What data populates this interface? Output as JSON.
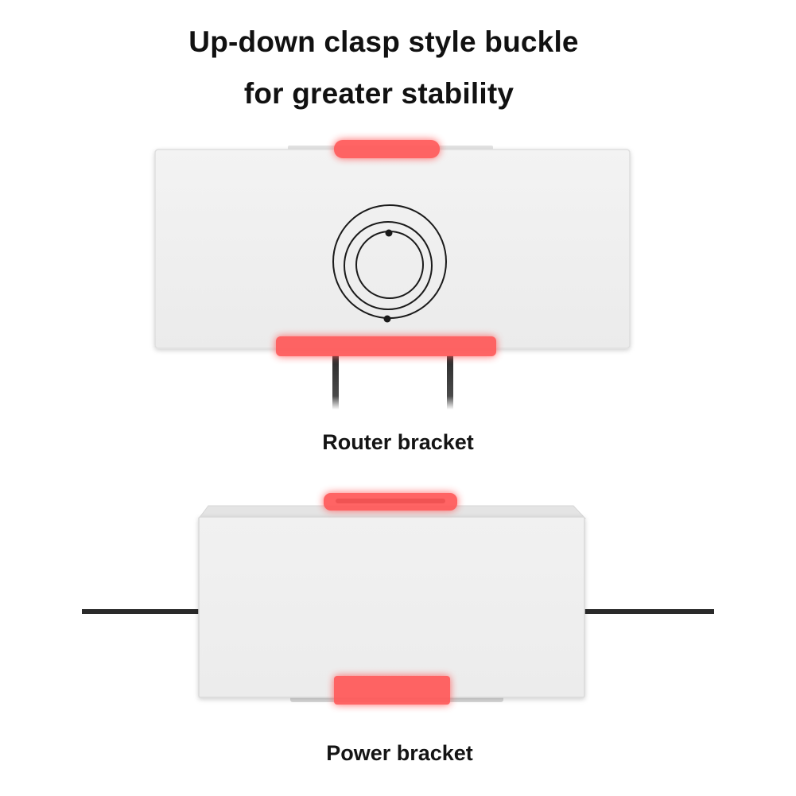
{
  "headline": {
    "line1": "Up-down clasp style buckle",
    "line2": "for greater stability"
  },
  "router": {
    "caption": "Router bracket"
  },
  "power": {
    "caption": "Power bracket"
  },
  "colors": {
    "background": "#ffffff",
    "panel": "#f0f0f0",
    "clasp_highlight": "#ff5b5b",
    "cable": "#2a2a2a",
    "text": "#111111"
  },
  "icons": {
    "router_logo": "concentric-circles-logo-icon"
  }
}
